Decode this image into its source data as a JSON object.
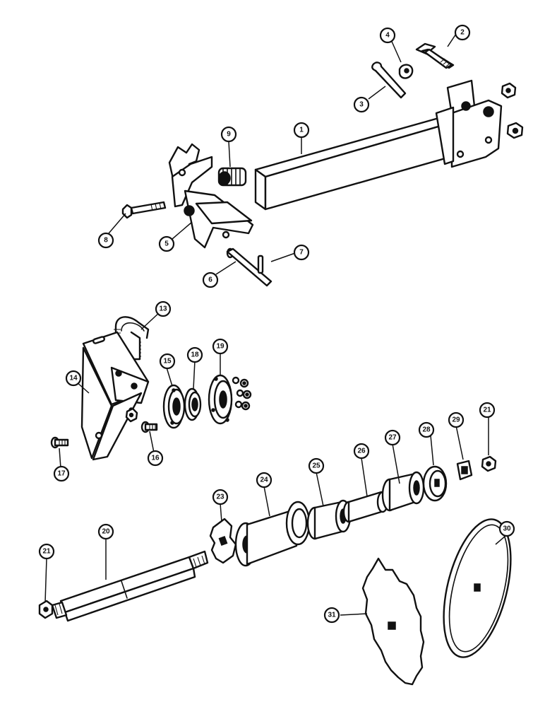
{
  "callouts": {
    "c1": "1",
    "c2": "2",
    "c3": "3",
    "c4": "4",
    "c5": "5",
    "c6": "6",
    "c7": "7",
    "c8": "8",
    "c9": "9",
    "c13": "13",
    "c14": "14",
    "c15": "15",
    "c16": "16",
    "c17": "17",
    "c18": "18",
    "c19": "19",
    "c20": "20",
    "c21a": "21",
    "c21b": "21",
    "c23": "23",
    "c24": "24",
    "c25": "25",
    "c26": "26",
    "c27": "27",
    "c28": "28",
    "c29": "29",
    "c30": "30",
    "c31": "31"
  },
  "colors": {
    "line": "#111111",
    "background": "#ffffff"
  }
}
